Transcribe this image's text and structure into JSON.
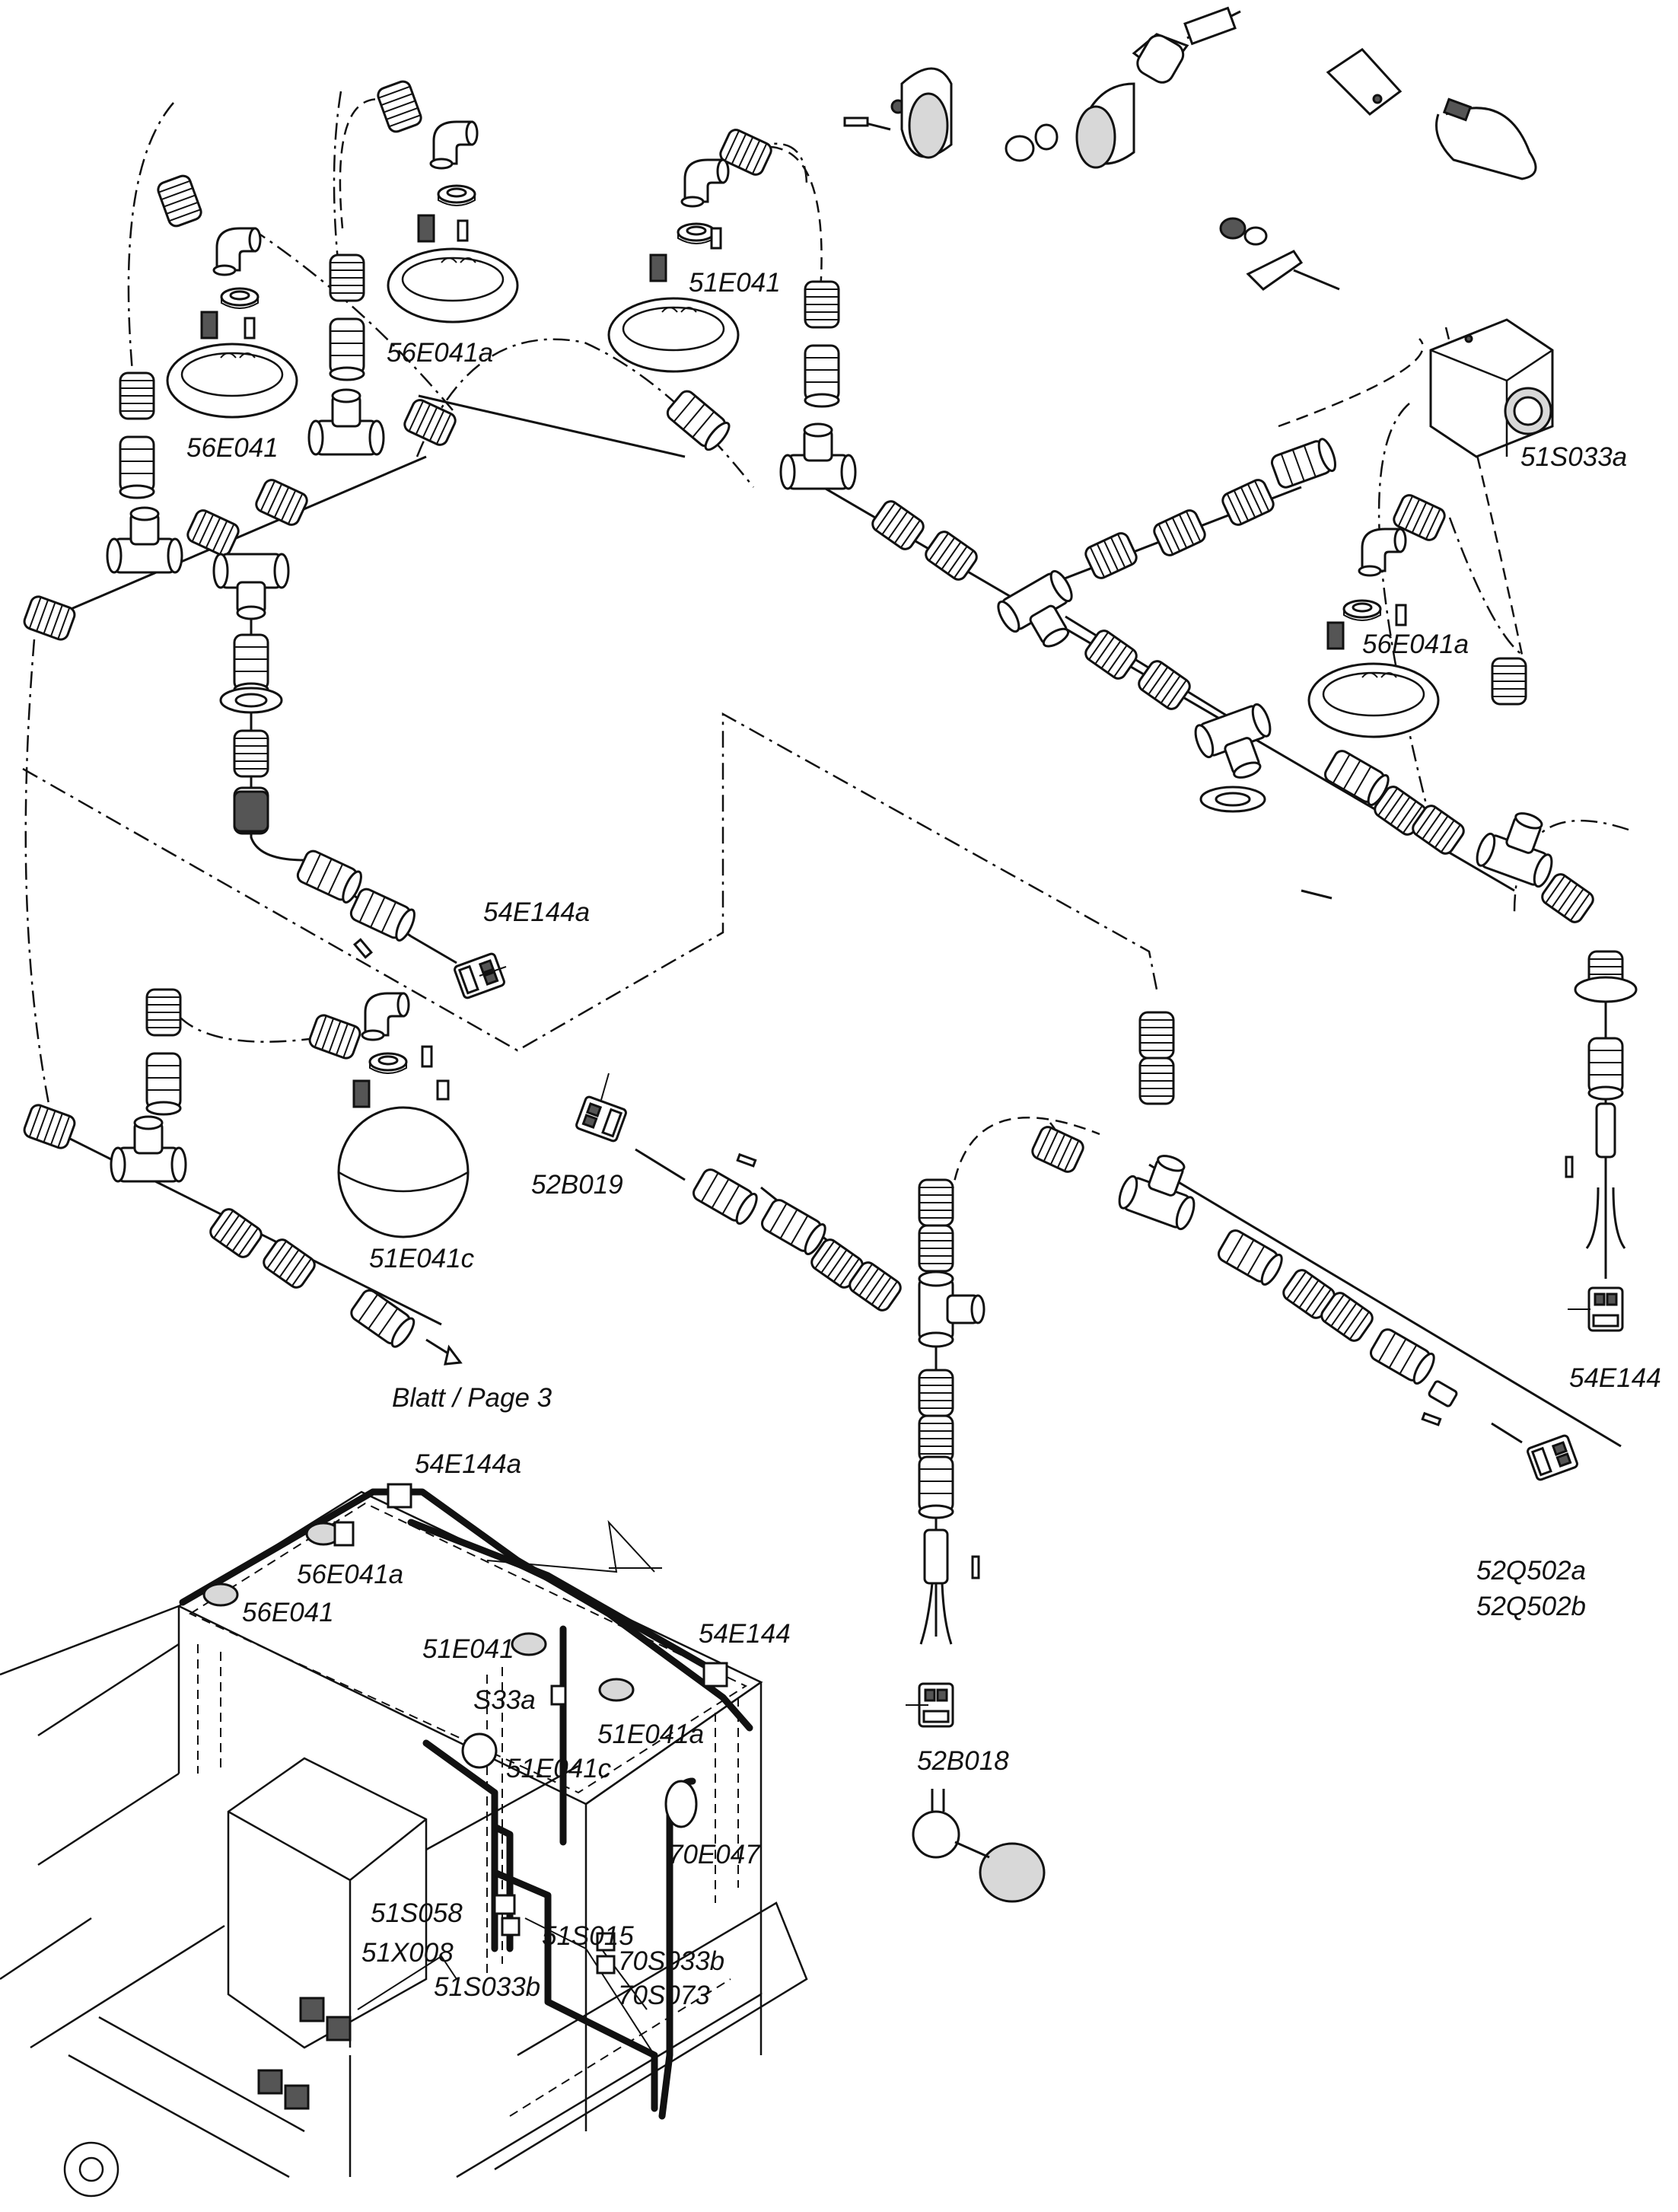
{
  "diagram": {
    "labels": {
      "56E041_left": "56E041",
      "56E041a_top": "56E041a",
      "51E041_top": "51E041",
      "51S033a": "51S033a",
      "56E041a_right": "56E041a",
      "54E144a": "54E144a",
      "52B019": "52B019",
      "51E041c": "51E041c",
      "blatt_page3": "Blatt / Page 3",
      "54E144": "54E144",
      "52Q502a": "52Q502a",
      "52Q502b": "52Q502b",
      "52B018": "52B018"
    },
    "overview_labels": {
      "54E144a": "54E144a",
      "56E041a": "56E041a",
      "56E041": "56E041",
      "51E041": "51E041",
      "54E144": "54E144",
      "S33a": "S33a",
      "51E041a": "51E041a",
      "51E041c": "51E041c",
      "70E047": "70E047",
      "51S058": "51S058",
      "51S015": "51S015",
      "51X008": "51X008",
      "70S033b": "70S033b",
      "51S033b": "51S033b",
      "70S073": "70S073"
    }
  }
}
